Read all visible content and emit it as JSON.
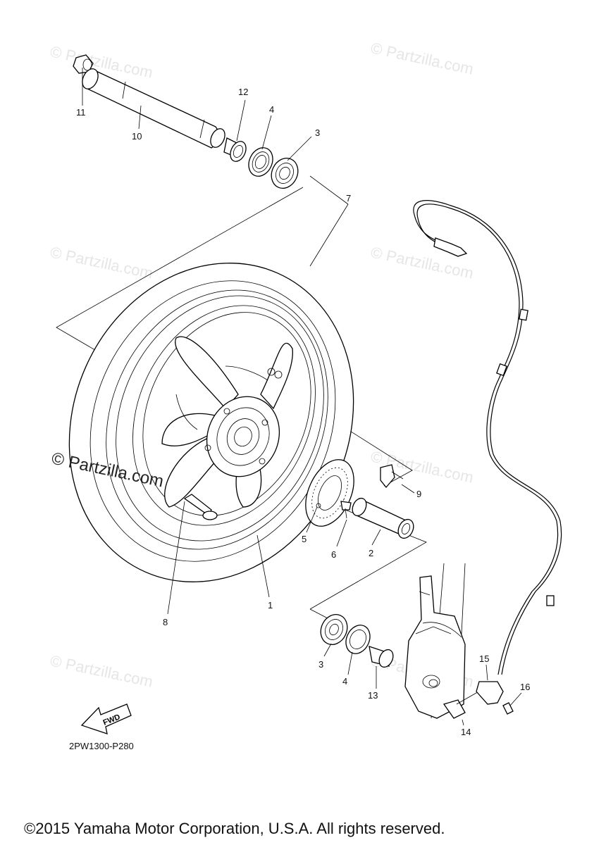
{
  "watermarks": {
    "small_text": "© Partzilla.com",
    "large_text": "© Partzilla.com"
  },
  "callouts": {
    "n1": "1",
    "n2": "2",
    "n3a": "3",
    "n3b": "3",
    "n4a": "4",
    "n4b": "4",
    "n5": "5",
    "n6": "6",
    "n7": "7",
    "n8": "8",
    "n9": "9",
    "n10": "10",
    "n11": "11",
    "n12": "12",
    "n13": "13",
    "n14": "14",
    "n15": "15",
    "n16": "16"
  },
  "fwd_label": "FWD",
  "diagram_code": "2PW1300-P280",
  "copyright": "©2015 Yamaha Motor Corporation, U.S.A. All rights reserved."
}
